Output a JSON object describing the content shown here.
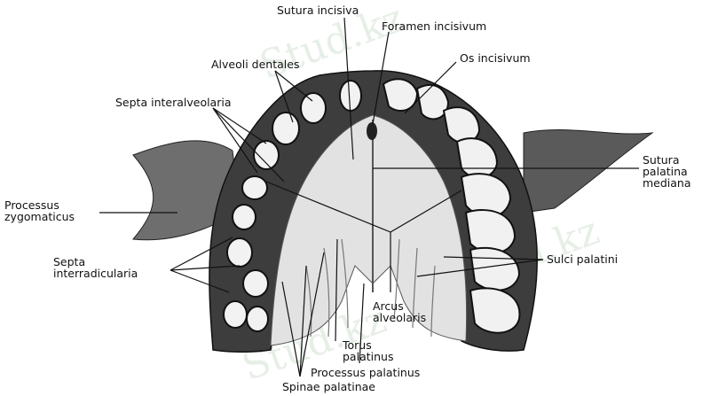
{
  "labels": {
    "sutura_incisiva": "Sutura incisiva",
    "foramen_incisivum": "Foramen incisivum",
    "os_incisivum": "Os incisivum",
    "alveoli_dentales": "Alveoli dentales",
    "septa_interalveolaria": "Septa interalveolaria",
    "sutura_palatina_mediana": [
      "Sutura",
      "palatina",
      "mediana"
    ],
    "processus_zygomaticus": [
      "Processus",
      "zygomaticus"
    ],
    "septa_interradicularia": [
      "Septa",
      "interradicularia"
    ],
    "sulci_palatini": "Sulci palatini",
    "arcus_alveolaris": [
      "Arcus",
      "alveolaris"
    ],
    "torus_palatinus": [
      "Torus",
      "palatinus"
    ],
    "processus_palatinus": "Processus palatinus",
    "spinae_palatinae": "Spinae palatinae"
  },
  "watermark": "Stud.kz",
  "colors": {
    "bone_dark": "#3a3a3a",
    "bone_mid": "#8a8a8a",
    "palate_light": "#e2e2e2",
    "tooth_fill": "#f1f1f1",
    "ink": "#111111",
    "watermark": "#c8dcc8"
  }
}
